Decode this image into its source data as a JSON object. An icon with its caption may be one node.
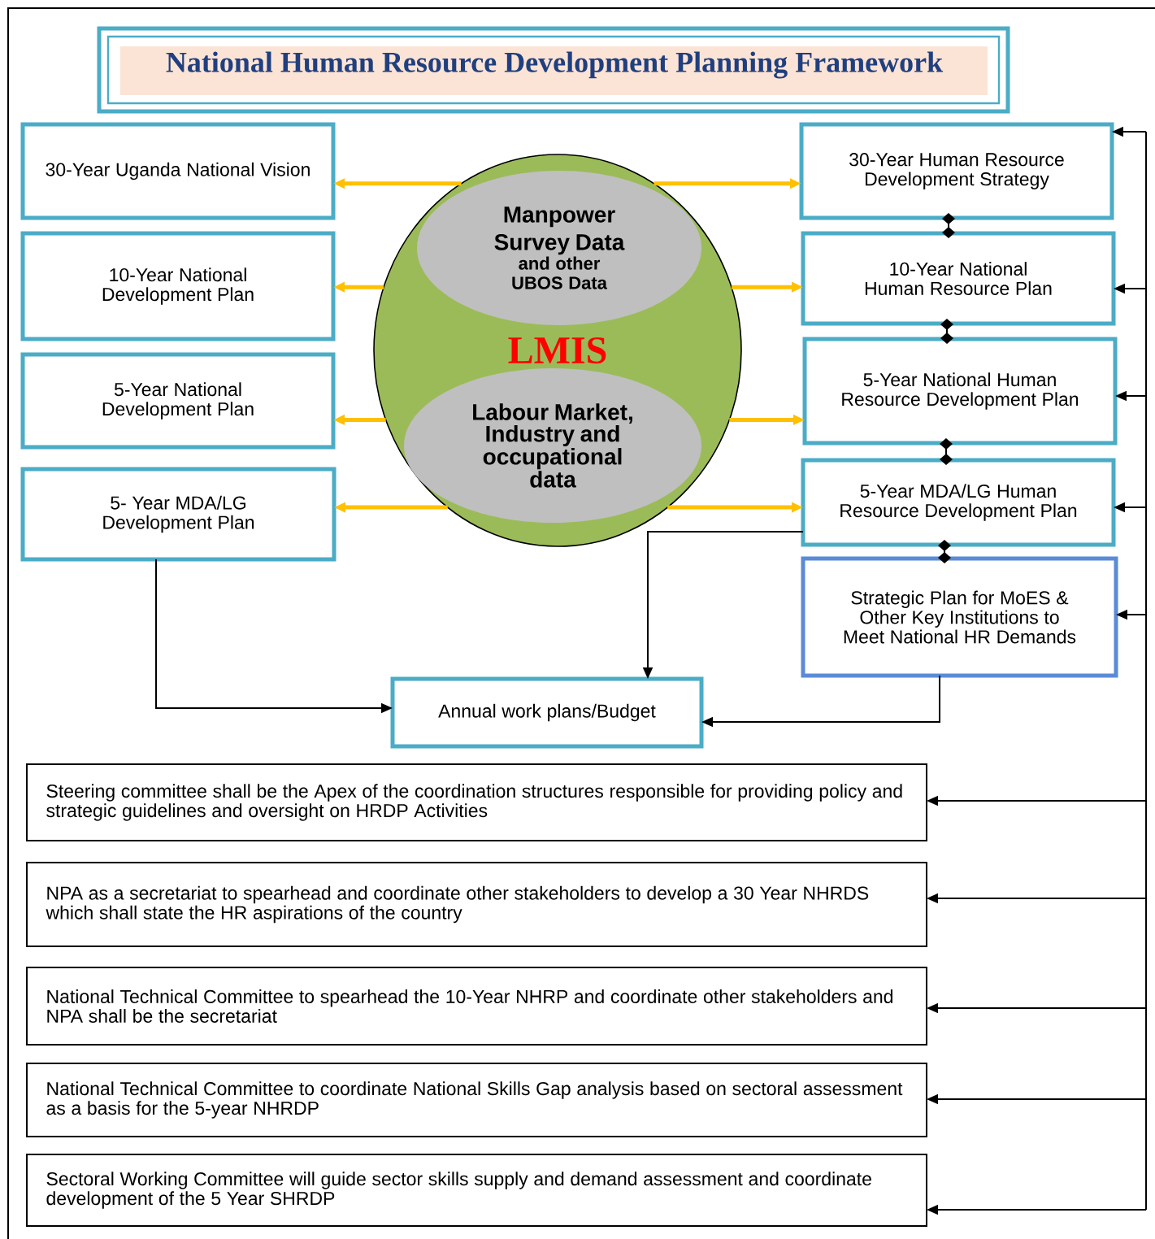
{
  "diagram": {
    "title": "National Human Resource Development Planning Framework",
    "nodes": [
      {
        "text": [
          "30-Year Uganda National Vision"
        ]
      },
      {
        "text": [
          "10-Year National Development Plan"
        ]
      },
      {
        "text": [
          "5-Year National Development Plan"
        ]
      },
      {
        "text": [
          "5- Year MDA/LG Development Plan"
        ]
      },
      {
        "text": [
          "LMIS"
        ]
      },
      {
        "text": [
          "Manpower Survey Data",
          "and other UBOS Data"
        ],
        "in": 4
      },
      {
        "text": [
          "Labour Market, Industry and occupational data"
        ],
        "in": 4
      },
      {
        "text": [
          "30-Year Human Resource Development Strategy"
        ]
      },
      {
        "text": [
          "10-Year National Human Resource Plan"
        ]
      },
      {
        "text": [
          "5-Year National Human Resource Development Plan"
        ]
      },
      {
        "text": [
          "5-Year MDA/LG Human Resource Development Plan"
        ]
      },
      {
        "text": [
          "Strategic Plan for MoES & Other Key Institutions to Meet National HR Demands"
        ]
      },
      {
        "text": [
          "Annual work plans/Budget"
        ]
      },
      {
        "text": [
          "Steering committee shall be the Apex of the coordination structures responsible for providing policy and strategic guidelines and oversight on HRDP Activities"
        ]
      },
      {
        "text": [
          "NPA as a secretariat to spearhead and coordinate other stakeholders to develop a 30 Year NHRDS which shall state the HR aspirations of the country"
        ]
      },
      {
        "text": [
          "National Technical Committee to spearhead the 10-Year NHRP and coordinate other stakeholders and NPA shall be the secretariat"
        ]
      },
      {
        "text": [
          "National Technical Committee to coordinate National Skills Gap analysis based on sectoral assessment as a basis for the 5-year NHRDP"
        ]
      },
      {
        "text": [
          "Sectoral Working Committee will guide sector skills supply and demand assessment and coordinate development of the 5 Year SHRDP"
        ]
      }
    ],
    "edges": [
      {
        "from": 4,
        "to": 0,
        "arrow": "to",
        "style": "thick",
        "color": "#ffc000"
      },
      {
        "from": 4,
        "to": 7,
        "arrow": "to",
        "style": "thick",
        "color": "#ffc000"
      },
      {
        "from": 4,
        "to": 1,
        "arrow": "to",
        "style": "thick",
        "color": "#ffc000"
      },
      {
        "from": 4,
        "to": 8,
        "arrow": "to",
        "style": "thick",
        "color": "#ffc000"
      },
      {
        "from": 4,
        "to": 2,
        "arrow": "to",
        "style": "thick",
        "color": "#ffc000"
      },
      {
        "from": 4,
        "to": 9,
        "arrow": "to",
        "style": "thick",
        "color": "#ffc000"
      },
      {
        "from": 4,
        "to": 3,
        "arrow": "to",
        "style": "thick",
        "color": "#ffc000"
      },
      {
        "from": 4,
        "to": 10,
        "arrow": "to",
        "style": "thick",
        "color": "#ffc000"
      },
      {
        "from": 7,
        "to": 8,
        "arrow": "other"
      },
      {
        "from": 8,
        "to": 9,
        "arrow": "other"
      },
      {
        "from": 9,
        "to": 10,
        "arrow": "other"
      },
      {
        "from": 10,
        "to": 11,
        "arrow": "other"
      },
      {
        "from": 3,
        "to": 12,
        "arrow": "to"
      },
      {
        "from": 10,
        "to": 12,
        "arrow": "to"
      },
      {
        "from": 11,
        "to": 12,
        "arrow": "to"
      },
      {
        "from": null,
        "to": 7,
        "arrow": "to"
      },
      {
        "from": null,
        "to": 8,
        "arrow": "to"
      },
      {
        "from": null,
        "to": 9,
        "arrow": "to"
      },
      {
        "from": null,
        "to": 10,
        "arrow": "to"
      },
      {
        "from": null,
        "to": 11,
        "arrow": "to"
      },
      {
        "from": null,
        "to": 13,
        "arrow": "to"
      },
      {
        "from": null,
        "to": 14,
        "arrow": "to"
      },
      {
        "from": null,
        "to": 15,
        "arrow": "to"
      },
      {
        "from": null,
        "to": 16,
        "arrow": "to"
      },
      {
        "from": null,
        "to": 17,
        "arrow": "to"
      }
    ]
  }
}
